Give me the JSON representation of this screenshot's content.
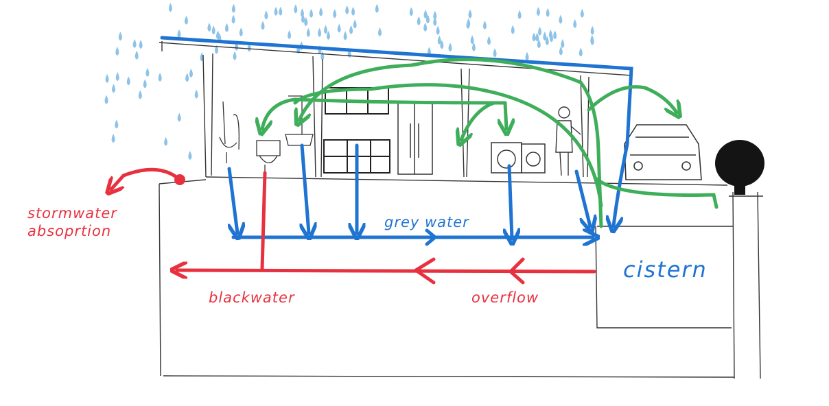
{
  "labels": {
    "stormwater_line1": "stormwater",
    "stormwater_line2": "absoprtion",
    "blackwater": "blackwater",
    "overflow": "overflow",
    "grey_water": "grey water",
    "cistern": "cistern"
  },
  "colors": {
    "rain": "#8ec3e8",
    "supply": "#1f74d1",
    "reuse": "#3fae5a",
    "waste": "#e8313f",
    "sketch": "#333333"
  },
  "icons": [
    "toilet-icon",
    "sink-icon",
    "kitchen-cabinet-icon",
    "refrigerator-icon",
    "washing-machine-icon",
    "person-icon",
    "car-icon",
    "tree-icon"
  ]
}
